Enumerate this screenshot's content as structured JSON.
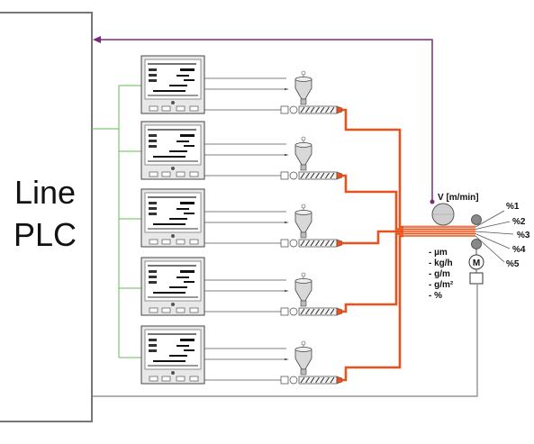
{
  "plc": {
    "line1": "Line",
    "line2": "PLC"
  },
  "speed_label": "V [m/min]",
  "layer_labels": [
    "%1",
    "%2",
    "%3",
    "%4",
    "%5"
  ],
  "motor_label": "M",
  "units": [
    "- µm",
    "- kg/h",
    "- g/m",
    "- g/m²",
    "- %"
  ],
  "controller_count": 5,
  "colors": {
    "feedback": "#7a2a7a",
    "signal": "#66bb55",
    "melt": "#e8521c",
    "wire": "#555555"
  }
}
